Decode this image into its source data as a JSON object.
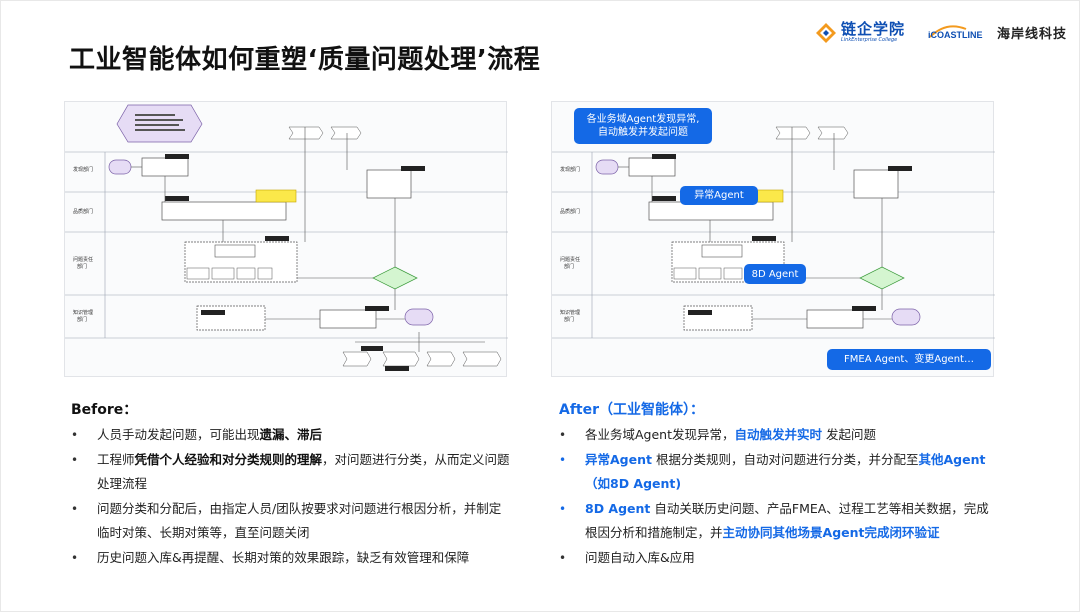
{
  "title": "工业智能体如何重塑‘质量问题处理’流程",
  "logos": {
    "left_cn": "链企学院",
    "left_en": "LinkEnterprise College",
    "right_mark": "iCOASTLINE",
    "right_cn": "海岸线科技"
  },
  "diagram": {
    "lanes": [
      "发现部门",
      "品质部门",
      "问题责任\n部门",
      "知识管理\n部门"
    ],
    "left_callout_note": "",
    "callouts": {
      "c1": "各业务域Agent发现异常,\n自动触发并发起问题",
      "c2": "异常Agent",
      "c3": "8D Agent",
      "c4": "FMEA Agent、变更Agent…"
    }
  },
  "before": {
    "heading": "Before：",
    "items": [
      {
        "parts": [
          {
            "t": "人员手动发起问题，可能出现"
          },
          {
            "t": "遗漏、滞后",
            "s": "em"
          }
        ]
      },
      {
        "parts": [
          {
            "t": "工程师"
          },
          {
            "t": "凭借个人经验和对分类规则的理解",
            "s": "em"
          },
          {
            "t": "，对问题进行分类，从而定义问题处理流程"
          }
        ]
      },
      {
        "parts": [
          {
            "t": "问题分类和分配后，由指定人员/团队按要求对问题进行根因分析，并制定临时对策、长期对策等，直至问题关闭"
          }
        ]
      },
      {
        "parts": [
          {
            "t": "历史问题入库&再提醒、长期对策的效果跟踪，缺乏有效管理和保障"
          }
        ]
      }
    ]
  },
  "after": {
    "heading": "After（工业智能体）：",
    "items": [
      {
        "dot": "black",
        "parts": [
          {
            "t": "各业务域Agent发现异常，"
          },
          {
            "t": "自动触发并实时",
            "s": "blue"
          },
          {
            "t": " 发起问题"
          }
        ]
      },
      {
        "dot": "blue",
        "parts": [
          {
            "t": "异常Agent",
            "s": "blue"
          },
          {
            "t": " 根据分类规则，自动对问题进行分类，并分配至"
          },
          {
            "t": "其他Agent（如8D Agent)",
            "s": "blue"
          }
        ]
      },
      {
        "dot": "blue",
        "parts": [
          {
            "t": "8D Agent",
            "s": "blue"
          },
          {
            "t": " 自动关联历史问题、产品FMEA、过程工艺等相关数据，完成根因分析和措施制定，并"
          },
          {
            "t": "主动协同其他场景Agent完成闭环验证",
            "s": "blue"
          }
        ]
      },
      {
        "dot": "black",
        "parts": [
          {
            "t": "问题自动入库&应用"
          }
        ]
      }
    ]
  },
  "colors": {
    "accent": "#1469e6",
    "title": "#111111",
    "brand_blue": "#0e4fb3"
  }
}
